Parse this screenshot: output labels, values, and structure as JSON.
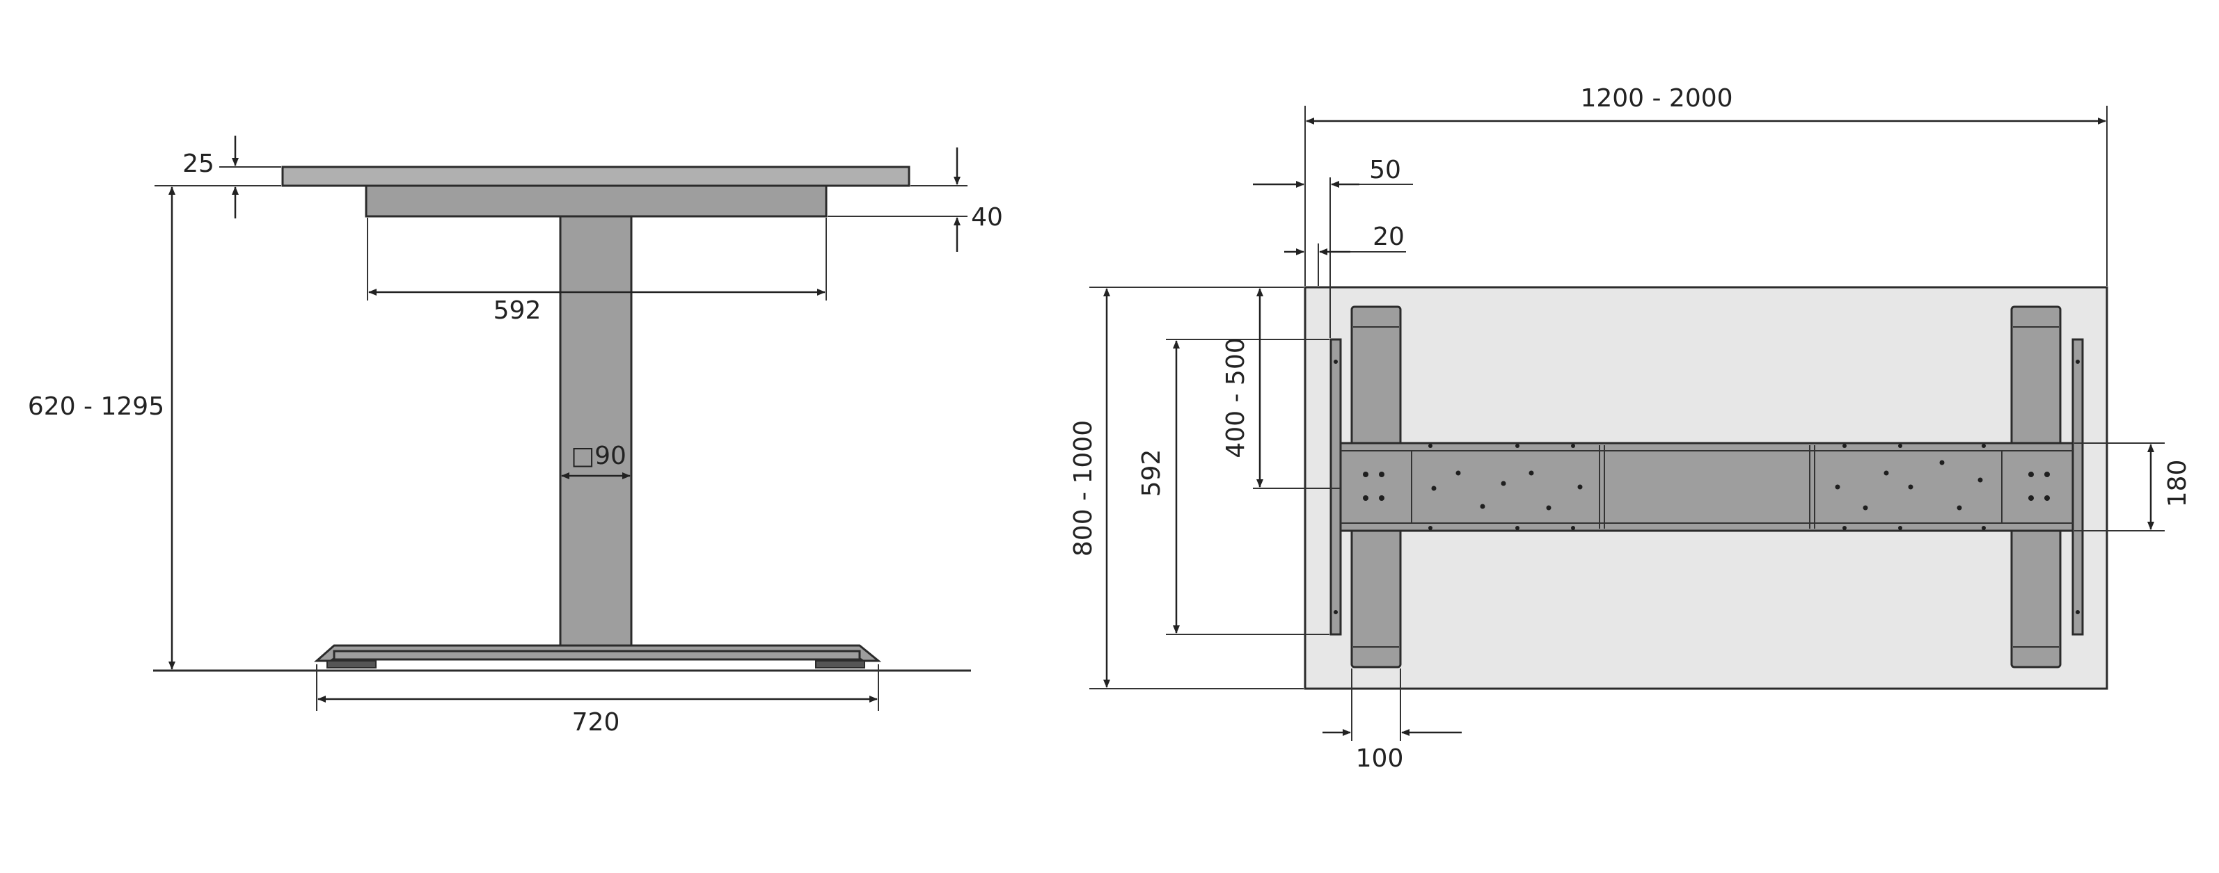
{
  "colors": {
    "background": "#ffffff",
    "tabletop_side": "#b0b0b0",
    "frame": "#9e9e9e",
    "tabletop_plan": "#e7e7e7",
    "outline": "#2b2b2b",
    "hole": "#1f1f1f"
  },
  "side_view": {
    "dimensions": {
      "top_thickness": "25",
      "frame_height": "40",
      "frame_width": "592",
      "column_section": "□90",
      "height_range": "620 - 1295",
      "foot_length": "720"
    }
  },
  "top_view": {
    "dimensions": {
      "length_range": "1200 - 2000",
      "offset_50": "50",
      "offset_20": "20",
      "depth_range": "800 - 1000",
      "frame_depth": "592",
      "foot_offset_range": "400 - 500",
      "beam_height": "180",
      "foot_width": "100"
    }
  }
}
